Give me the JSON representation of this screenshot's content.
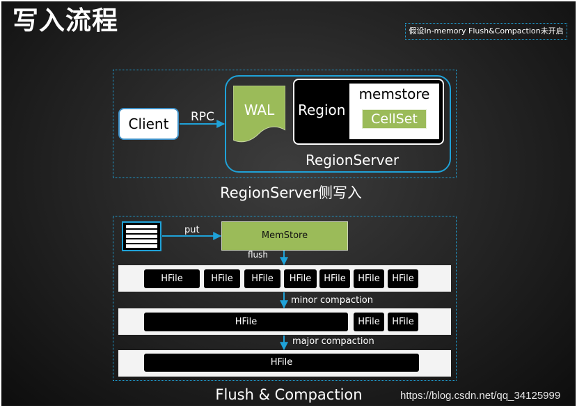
{
  "slide": {
    "title": "写入流程",
    "note": "假设In-memory Flush&Compaction未开启",
    "watermark": "https://blog.csdn.net/qq_34125999"
  },
  "colors": {
    "accent": "#1fa2d8",
    "green": "#9bbb59",
    "band": "#f3f3f3"
  },
  "region_server_write": {
    "client": "Client",
    "rpc": "RPC",
    "wal": "WAL",
    "region": "Region",
    "memstore": "memstore",
    "cellset": "CellSet",
    "region_server": "RegionServer",
    "caption": "RegionServer侧写入"
  },
  "flush_compaction": {
    "input_icon": "stacked-rows-icon",
    "put": "put",
    "memstore": "MemStore",
    "flush": "flush",
    "rows": [
      {
        "hfiles": [
          "HFile",
          "HFile",
          "HFile",
          "HFile",
          "HFile",
          "HFile",
          "HFile"
        ]
      },
      {
        "hfiles": [
          "HFile",
          "HFile",
          "HFile"
        ]
      },
      {
        "hfiles": [
          "HFile"
        ]
      }
    ],
    "minor_compaction": "minor compaction",
    "major_compaction": "major compaction",
    "caption": "Flush & Compaction"
  }
}
